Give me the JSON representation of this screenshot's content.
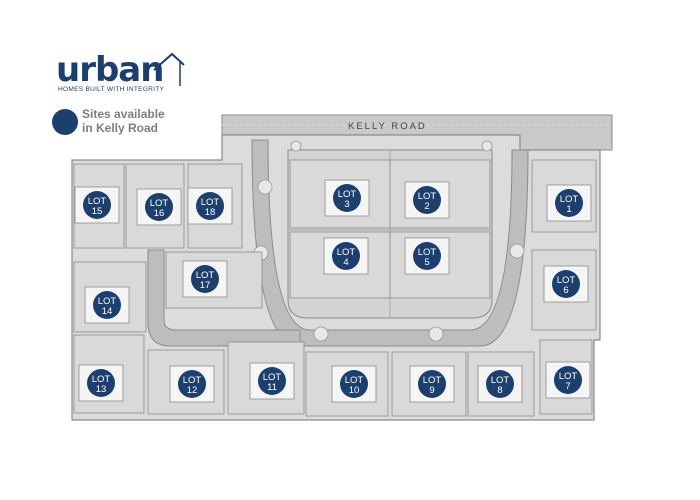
{
  "brand": {
    "name": "urban",
    "tagline": "HOMES BUILT WITH INTEGRITY",
    "accent": "#1c3f6e"
  },
  "legend": {
    "line1": "Sites available",
    "line2": "in Kelly Road",
    "marker_color": "#1c3f6e"
  },
  "road": {
    "name": "KELLY ROAD"
  },
  "lots": [
    {
      "word": "LOT",
      "number": "1",
      "available": true
    },
    {
      "word": "LOT",
      "number": "2",
      "available": true
    },
    {
      "word": "LOT",
      "number": "3",
      "available": true
    },
    {
      "word": "LOT",
      "number": "4",
      "available": true
    },
    {
      "word": "LOT",
      "number": "5",
      "available": true
    },
    {
      "word": "LOT",
      "number": "6",
      "available": true
    },
    {
      "word": "LOT",
      "number": "7",
      "available": true
    },
    {
      "word": "LOT",
      "number": "8",
      "available": true
    },
    {
      "word": "LOT",
      "number": "9",
      "available": true
    },
    {
      "word": "LOT",
      "number": "10",
      "available": true
    },
    {
      "word": "LOT",
      "number": "11",
      "available": true
    },
    {
      "word": "LOT",
      "number": "12",
      "available": true
    },
    {
      "word": "LOT",
      "number": "13",
      "available": true
    },
    {
      "word": "LOT",
      "number": "14",
      "available": true
    },
    {
      "word": "LOT",
      "number": "15",
      "available": true
    },
    {
      "word": "LOT",
      "number": "16",
      "available": true
    },
    {
      "word": "LOT",
      "number": "17",
      "available": true
    },
    {
      "word": "LOT",
      "number": "18",
      "available": true
    }
  ],
  "colors": {
    "lot_fill": "#d9d9d9",
    "house_fill": "#f5f5f5",
    "road_fill": "#bdbdbd",
    "marker": "#1c3f6e"
  }
}
